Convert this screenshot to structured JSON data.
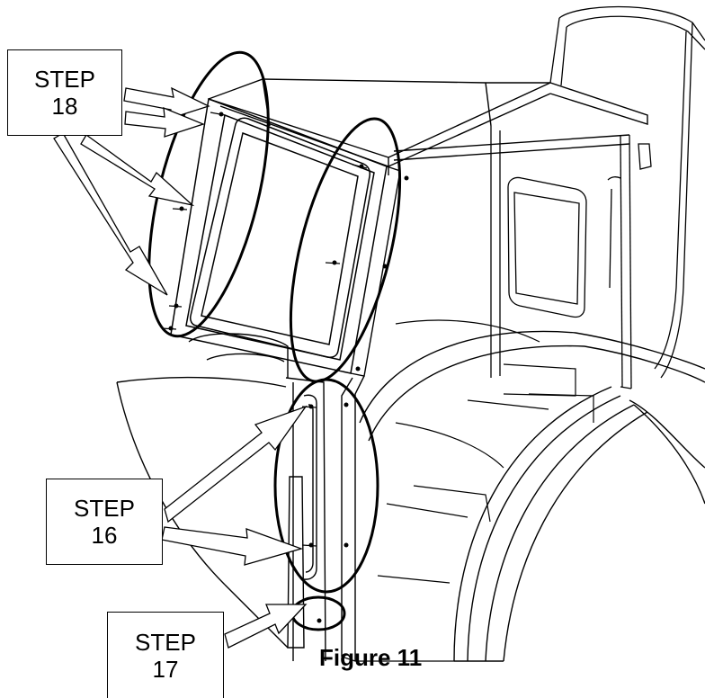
{
  "figure": {
    "caption": "Figure 11"
  },
  "callouts": [
    {
      "id": "step-18",
      "word": "STEP",
      "number": "18"
    },
    {
      "id": "step-16",
      "word": "STEP",
      "number": "16"
    },
    {
      "id": "step-17",
      "word": "STEP",
      "number": "17"
    }
  ],
  "colors": {
    "line": "#000000",
    "background": "#ffffff"
  }
}
